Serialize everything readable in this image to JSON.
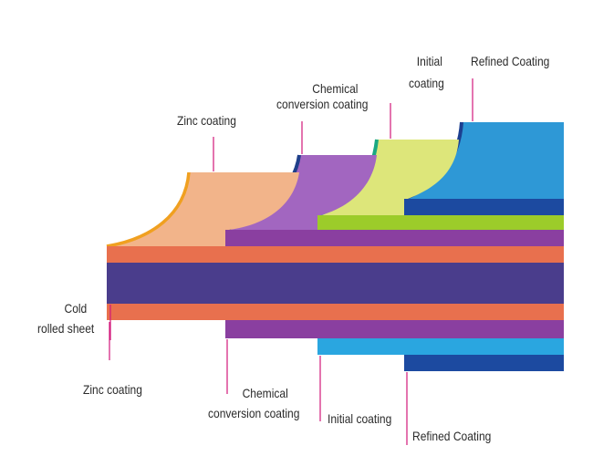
{
  "labels": {
    "top_zinc": "Zinc coating",
    "top_chemical_line1": "Chemical",
    "top_chemical_line2": "conversion coating",
    "top_initial_line1": "Initial",
    "top_initial_line2": "coating",
    "top_refined": "Refined Coating",
    "cold_line1": "Cold",
    "cold_line2": "rolled sheet",
    "bottom_zinc": "Zinc coating",
    "bottom_chemical_line1": "Chemical",
    "bottom_chemical_line2": "conversion coating",
    "bottom_initial": "Initial coating",
    "bottom_refined": "Refined Coating"
  },
  "colors": {
    "cold_rolled_sheet": "#4a3d8c",
    "zinc_coating": "#e8704e",
    "zinc_peel": "#f2b48a",
    "zinc_peel_edge": "#f0a020",
    "chemical_conversion": "#8a3fa0",
    "chemical_peel": "#a266c0",
    "chemical_peel_edge": "#1f3f8a",
    "initial_coating": "#2aa6e0",
    "initial_top": "#9ccc2a",
    "initial_peel": "#dde67a",
    "initial_peel_edge": "#1aa882",
    "refined_coating": "#1c4aa0",
    "refined_peel": "#2e98d6",
    "refined_peel_edge": "#1c3f90",
    "leader_line": "#d2187a"
  }
}
